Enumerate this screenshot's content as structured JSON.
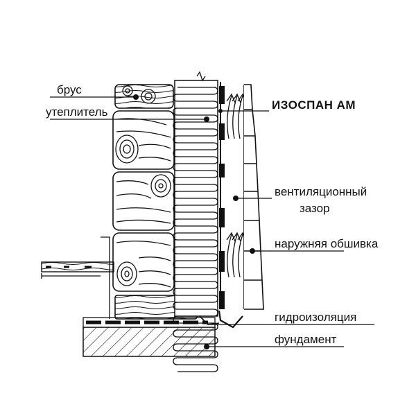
{
  "labels": {
    "brus": "брус",
    "uteplitel": "утеплитель",
    "membrane": "ИЗОСПАН  АМ",
    "vent_gap_line1": "вентиляционный",
    "vent_gap_line2": "зазор",
    "cladding": "наружняя обшивка",
    "waterproofing": "гидроизоляция",
    "foundation": "фундамент"
  },
  "colors": {
    "ink": "#111111",
    "background": "#ffffff"
  }
}
